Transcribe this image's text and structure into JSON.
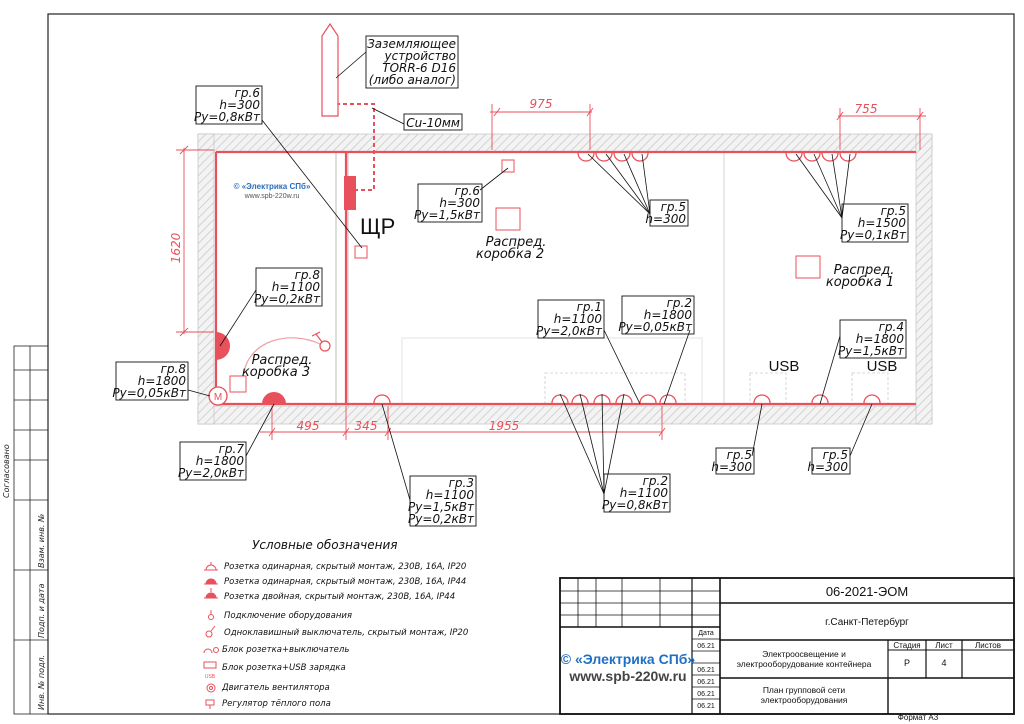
{
  "callouts": {
    "grounding": [
      "Заземляющее",
      "устройство",
      "TORR-6 D16",
      "(либо аналог)"
    ],
    "cu": "Cu-10мм",
    "gr6a": [
      "гр.6",
      "h=300",
      "Ру=0,8кВт"
    ],
    "gr6b": [
      "гр.6",
      "h=300",
      "Ру=1,5кВт"
    ],
    "gr5a": [
      "гр.5",
      "h=300"
    ],
    "gr5b": [
      "гр.5",
      "h=1500",
      "Ру=0,1кВт"
    ],
    "gr8a": [
      "гр.8",
      "h=1100",
      "Ру=0,2кВт"
    ],
    "gr8b": [
      "гр.8",
      "h=1800",
      "Ру=0,05кВт"
    ],
    "gr1": [
      "гр.1",
      "h=1100",
      "Ру=2,0кВт"
    ],
    "gr2a": [
      "гр.2",
      "h=1800",
      "Ру=0,05кВт"
    ],
    "gr4": [
      "гр.4",
      "h=1800",
      "Ру=1,5кВт"
    ],
    "gr7": [
      "гр.7",
      "h=1800",
      "Ру=2,0кВт"
    ],
    "gr3": [
      "гр.3",
      "h=1100",
      "Ру=1,5кВт",
      "Ру=0,2кВт"
    ],
    "gr2b": [
      "гр.2",
      "h=1100",
      "Ру=0,8кВт"
    ],
    "gr5c": [
      "гр.5",
      "h=300"
    ],
    "gr5d": [
      "гр.5",
      "h=300"
    ]
  },
  "labels": {
    "panel": "ЩР",
    "box1": [
      "Распред.",
      "коробка 1"
    ],
    "box2": [
      "Распред.",
      "коробка 2"
    ],
    "box3": [
      "Распред.",
      "коробка 3"
    ],
    "usb1": "USB",
    "usb2": "USB",
    "motor": "M"
  },
  "dims": {
    "top1": "975",
    "top2": "755",
    "left": "1620",
    "bot1": "495",
    "bot2": "345",
    "bot3": "1955"
  },
  "watermark": {
    "small_title": "© «Электрика СПб»",
    "small_url": "www.spb-220w.ru",
    "big_title": "© «Электрика СПб»",
    "big_url": "www.spb-220w.ru"
  },
  "legend": {
    "title": "Условные обозначения",
    "items": [
      "Розетка одинарная, скрытый монтаж, 230В, 16А, IP20",
      "Розетка одинарная, скрытый монтаж, 230В, 16А, IP44",
      "Розетка двойная, скрытый монтаж, 230В, 16А, IP44",
      "Подключение оборудования",
      "Одноклавишный выключатель, скрытый монтаж, IP20",
      "Блок розетка+выключатель",
      "Блок розетка+USB зарядка",
      "Двигатель вентилятора",
      "Регулятор тёплого пола"
    ],
    "usb_tag": "USB"
  },
  "title_block": {
    "code": "06-2021-ЭОМ",
    "city": "г.Санкт-Петербург",
    "project": [
      "Электроосвещение и",
      "электрооборудование контейнера"
    ],
    "sheet_title": [
      "План групповой сети",
      "электрооборудования"
    ],
    "stage_h": "Стадия",
    "sheet_h": "Лист",
    "sheets_h": "Листов",
    "stage": "Р",
    "sheet": "4",
    "date_h": "Дата",
    "dates": [
      "06.21",
      "06.21",
      "06.21",
      "06.21",
      "06.21"
    ],
    "format": "Формат А3"
  },
  "side_stamp": [
    "Согласовано",
    "Взам. инв. №",
    "Подп. и дата",
    "Инв. № подл."
  ],
  "colors": {
    "accent": "#e8505b",
    "wall": "#d9d9d9",
    "ink": "#111111"
  }
}
